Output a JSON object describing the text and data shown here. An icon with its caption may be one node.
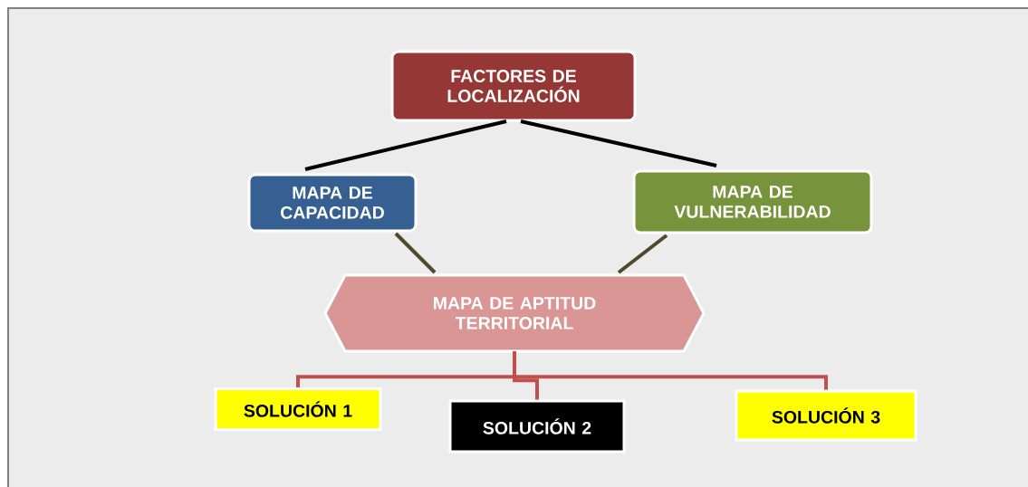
{
  "diagram": {
    "nodes": [
      {
        "text": [
          "FACTORES DE LOCALIZACIÓN"
        ]
      },
      {
        "text": [
          "MAPA DE CAPACIDAD"
        ]
      },
      {
        "text": [
          "MAPA DE VULNERABILIDAD"
        ]
      },
      {
        "text": [
          "MAPA DE APTITUD TERRITORIAL"
        ]
      },
      {
        "text": [
          "SOLUCIÓN 1"
        ]
      },
      {
        "text": [
          "SOLUCIÓN 2"
        ]
      },
      {
        "text": [
          "SOLUCIÓN 3"
        ]
      }
    ],
    "edges": [
      {
        "from": 0,
        "to": 1,
        "arrow": "none",
        "color": "#000000"
      },
      {
        "from": 0,
        "to": 2,
        "arrow": "none",
        "color": "#000000"
      },
      {
        "from": 1,
        "to": 3,
        "arrow": "none",
        "color": "#4f4a2c"
      },
      {
        "from": 2,
        "to": 3,
        "arrow": "none",
        "color": "#4f4a2c"
      },
      {
        "from": 3,
        "to": 4,
        "arrow": "none"
      },
      {
        "from": 3,
        "to": 5,
        "arrow": "none"
      },
      {
        "from": 3,
        "to": 6,
        "arrow": "none"
      }
    ]
  }
}
